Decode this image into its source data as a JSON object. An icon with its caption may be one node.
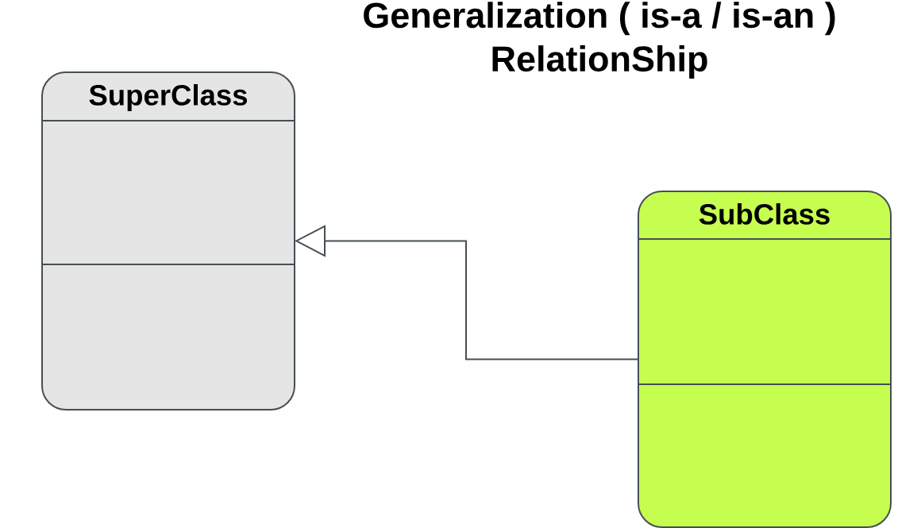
{
  "diagram": {
    "title": "Generalization ( is-a / is-an ) RelationShip",
    "nodes": [
      {
        "text": [
          "SuperClass"
        ]
      },
      {
        "text": [
          "SubClass"
        ]
      }
    ],
    "edges": [
      {
        "from": 1,
        "to": 0,
        "arrow": "to"
      }
    ]
  }
}
